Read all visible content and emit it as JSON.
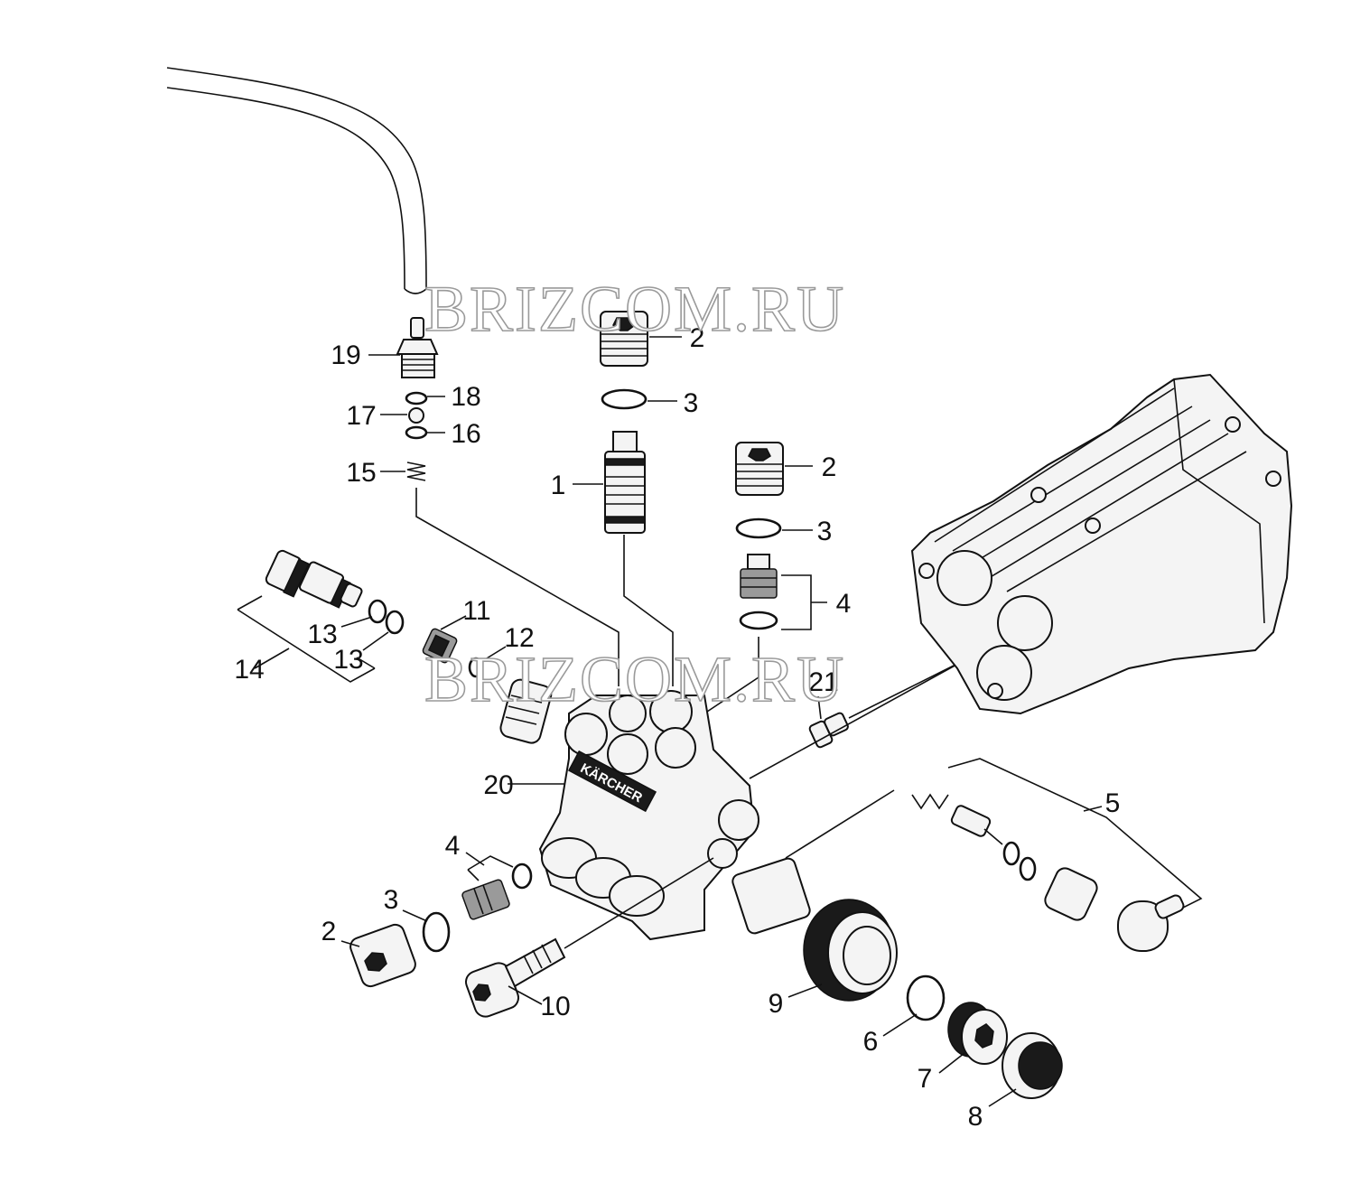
{
  "watermarks": [
    "BRIZCOM.RU",
    "BRIZCOM.RU"
  ],
  "callouts": {
    "n1": "1",
    "n2_top": "2",
    "n3_top": "3",
    "n2_mid": "2",
    "n3_mid": "3",
    "n4_right": "4",
    "n5": "5",
    "n2_low": "2",
    "n3_low": "3",
    "n4_low": "4",
    "n6": "6",
    "n7": "7",
    "n8": "8",
    "n9": "9",
    "n10": "10",
    "n11": "11",
    "n12": "12",
    "n13_a": "13",
    "n13_b": "13",
    "n14": "14",
    "n15": "15",
    "n16": "16",
    "n17": "17",
    "n18": "18",
    "n19": "19",
    "n20": "20",
    "n21": "21"
  },
  "brand_label": "KÄRCHER"
}
